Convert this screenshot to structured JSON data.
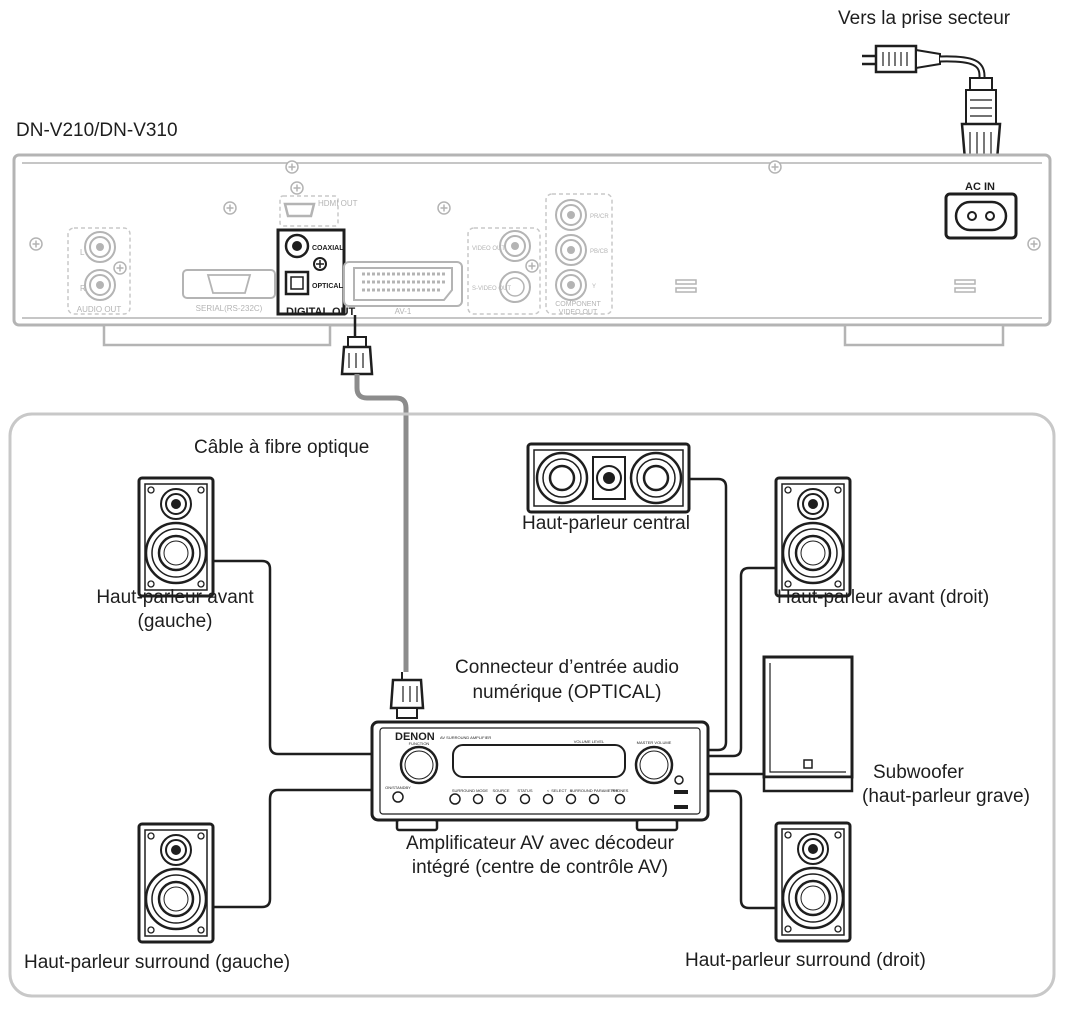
{
  "labels": {
    "mains": "Vers la prise secteur",
    "model": "DN-V210/DN-V310",
    "cable": "Câble à fibre optique",
    "center_speaker": "Haut-parleur central",
    "front_left_1": "Haut-parleur avant",
    "front_left_2": "(gauche)",
    "front_right": "Haut-parleur avant (droit)",
    "connector_1": "Connecteur d’entrée audio",
    "connector_2": "numérique (OPTICAL)",
    "subwoofer_1": "Subwoofer",
    "subwoofer_2": "(haut-parleur grave)",
    "amp_1": "Amplificateur AV avec décodeur",
    "amp_2": "intégré (centre de contrôle AV)",
    "surround_left": "Haut-parleur surround (gauche)",
    "surround_right": "Haut-parleur surround (droit)"
  },
  "rear_panel": {
    "ac_in": "AC IN",
    "hdmi_out": "HDMI OUT",
    "coaxial": "COAXIAL",
    "optical": "OPTICAL",
    "digital_out": "DIGITAL OUT",
    "audio_out": "AUDIO OUT",
    "audio_l": "L",
    "audio_r": "R",
    "serial": "SERIAL(RS-232C)",
    "av1": "AV-1",
    "video_out": "VIDEO OUT",
    "svideo_out": "S-VIDEO OUT",
    "component_1": "COMPONENT",
    "component_2": "VIDEO OUT",
    "pr": "PR/CR",
    "pb": "PB/CB",
    "y": "Y"
  },
  "amplifier": {
    "brand": "DENON",
    "subtitle": "AV SURROUND AMPLIFIER",
    "function": "FUNCTION",
    "volume_level": "VOLUME LEVEL",
    "master_volume": "MASTER VOLUME",
    "standby": "ON/STANDBY",
    "buttons": [
      "SURROUND MODE",
      "SOURCE",
      "STATUS",
      "<",
      "SELECT",
      ">",
      "SURROUND PARAMETER",
      "PHONES"
    ]
  },
  "colors": {
    "device_outline": "#b4b4b4",
    "ink": "#1e1e1e",
    "cable": "#8c8c8c",
    "area_border": "#c8c8c8"
  }
}
